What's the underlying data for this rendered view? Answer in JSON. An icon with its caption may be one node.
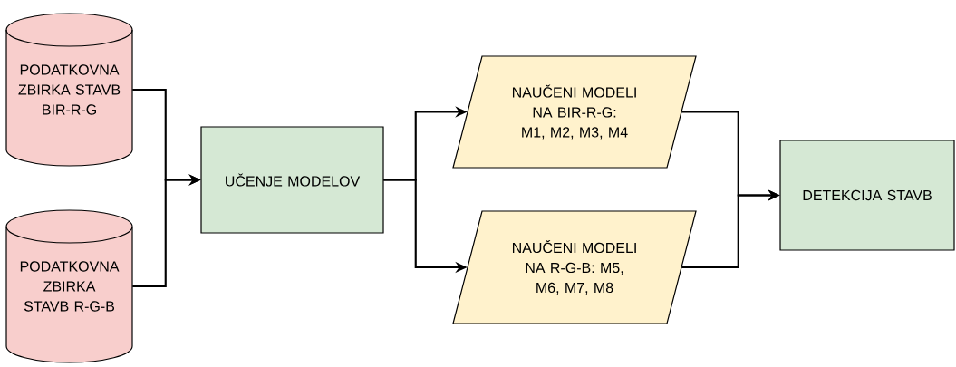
{
  "diagram": {
    "nodes": [
      {
        "text": [
          "PODATKOVNA ZBIRKA STAVB BIR-R-G"
        ]
      },
      {
        "text": [
          "PODATKOVNA ZBIRKA STAVB R-G-B"
        ]
      },
      {
        "text": [
          "UČENJE MODELOV"
        ]
      },
      {
        "text": [
          "NAUČENI MODELI NA BIR-R-G: M1, M2, M3, M4"
        ]
      },
      {
        "text": [
          "NAUČENI MODELI NA R-G-B: M5, M6, M7, M8"
        ]
      },
      {
        "text": [
          "DETEKCIJA STAVB"
        ]
      }
    ],
    "edges": [
      {
        "from": 0,
        "to": 2,
        "arrow": "to"
      },
      {
        "from": 1,
        "to": 2,
        "arrow": "to"
      },
      {
        "from": 2,
        "to": 3,
        "arrow": "to"
      },
      {
        "from": 2,
        "to": 4,
        "arrow": "to"
      },
      {
        "from": 3,
        "to": 5,
        "arrow": "to"
      },
      {
        "from": 4,
        "to": 5,
        "arrow": "to"
      }
    ]
  }
}
